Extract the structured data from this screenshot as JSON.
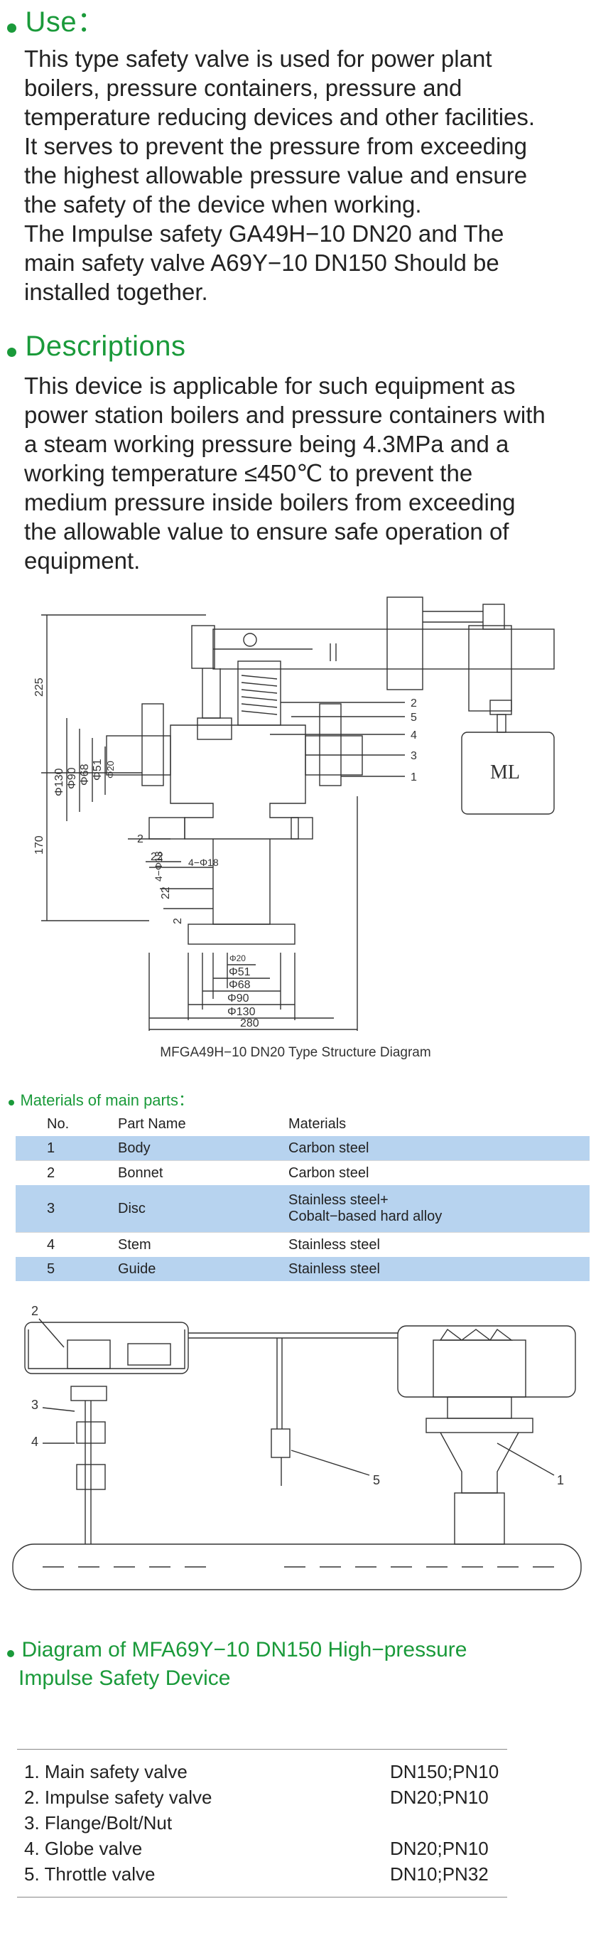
{
  "use": {
    "title": "Use：",
    "lines": [
      "This type safety valve is used for power plant",
      "boilers, pressure containers, pressure and",
      "temperature reducing devices and other facilities.",
      "It serves to prevent the pressure from exceeding",
      "the highest allowable pressure value and ensure",
      "the safety of the device when working.",
      "The Impulse safety GA49H−10 DN20 and The",
      "main safety valve A69Y−10 DN150 Should be",
      "installed together."
    ]
  },
  "descriptions": {
    "title": "Descriptions",
    "lines": [
      "This device is applicable for such equipment as",
      "power station boilers and pressure containers with",
      "a steam working pressure being 4.3MPa and a",
      "working temperature ≤450℃ to prevent the",
      "medium pressure inside boilers from exceeding",
      "the allowable value to ensure safe operation of",
      "equipment."
    ]
  },
  "structure_diagram": {
    "caption": "MFGA49H−10 DN20 Type Structure Diagram",
    "dim_225": "225",
    "dim_170": "170",
    "dim_phi130_v": "Φ130",
    "dim_phi90_v": "Φ90",
    "dim_phi68_v": "Φ68",
    "dim_phi51_v": "Φ51",
    "dim_phi20_v": "Φ20",
    "dim_4phi18_v": "4−Φ18",
    "dim_2a": "2",
    "dim_22a": "22",
    "dim_22b": "22",
    "dim_2b": "2",
    "dim_4phi18_h": "4−Φ18",
    "dim_phi20_h": "Φ20",
    "dim_phi51_h": "Φ51",
    "dim_phi68_h": "Φ68",
    "dim_phi90_h": "Φ90",
    "dim_phi130_h": "Φ130",
    "dim_280": "280",
    "callouts": [
      "2",
      "5",
      "4",
      "3",
      "1"
    ],
    "weight_label": "ML"
  },
  "materials": {
    "title": "Materials of main parts：",
    "headers": [
      "No.",
      "Part Name",
      "Materials"
    ],
    "rows": [
      {
        "no": "1",
        "name": "Body",
        "material": "Carbon steel"
      },
      {
        "no": "2",
        "name": "Bonnet",
        "material": "Carbon steel"
      },
      {
        "no": "3",
        "name": "Disc",
        "material": "Stainless steel+",
        "material2": "Cobalt−based hard alloy"
      },
      {
        "no": "4",
        "name": "Stem",
        "material": "Stainless steel"
      },
      {
        "no": "5",
        "name": "Guide",
        "material": "Stainless steel"
      }
    ]
  },
  "install_diagram": {
    "callouts": [
      "2",
      "3",
      "4",
      "5",
      "1"
    ],
    "title_line1": "Diagram of MFA69Y−10 DN150  High−pressure",
    "title_line2": "Impulse Safety Device"
  },
  "legend": [
    {
      "item": "1. Main safety valve",
      "spec": "DN150;PN10"
    },
    {
      "item": "2. Impulse safety valve",
      "spec": "DN20;PN10"
    },
    {
      "item": "3. Flange/Bolt/Nut",
      "spec": ""
    },
    {
      "item": "4. Globe valve",
      "spec": "DN20;PN10"
    },
    {
      "item": "5. Throttle valve",
      "spec": "DN10;PN32"
    }
  ],
  "colors": {
    "accent_green": "#1a9a3a",
    "row_highlight": "#b7d3ef"
  }
}
